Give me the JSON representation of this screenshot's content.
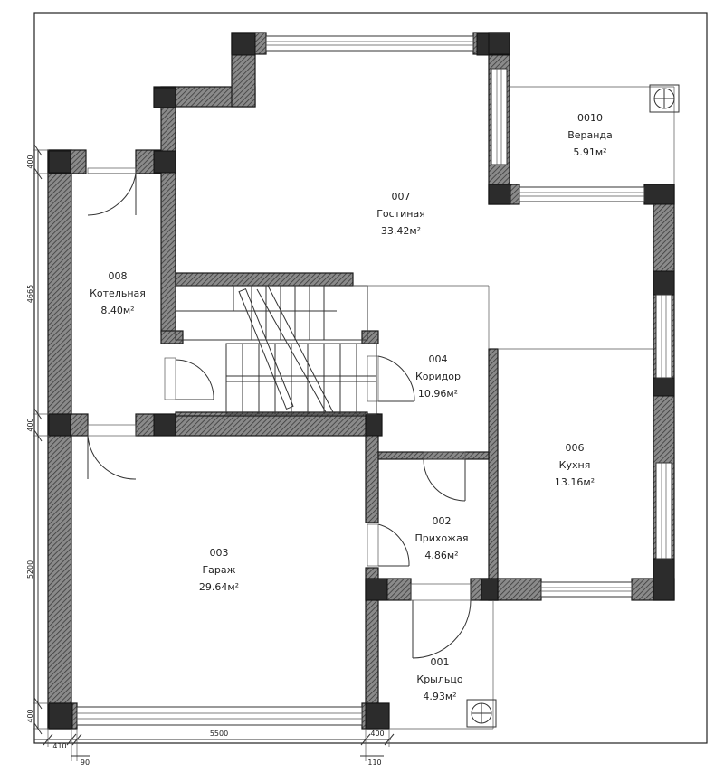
{
  "rooms": [
    {
      "id": "r001",
      "number": "001",
      "name": "Крыльцо",
      "area": "4.93м²"
    },
    {
      "id": "r002",
      "number": "002",
      "name": "Прихожая",
      "area": "4.86м²"
    },
    {
      "id": "r003",
      "number": "003",
      "name": "Гараж",
      "area": "29.64м²"
    },
    {
      "id": "r004",
      "number": "004",
      "name": "Коридор",
      "area": "10.96м²"
    },
    {
      "id": "r006",
      "number": "006",
      "name": "Кухня",
      "area": "13.16м²"
    },
    {
      "id": "r007",
      "number": "007",
      "name": "Гостиная",
      "area": "33.42м²"
    },
    {
      "id": "r008",
      "number": "008",
      "name": "Котельная",
      "area": "8.40м²"
    },
    {
      "id": "r0010",
      "number": "0010",
      "name": "Веранда",
      "area": "5.91м²"
    }
  ],
  "dimensions": {
    "left": [
      "400",
      "4665",
      "400",
      "5200",
      "400"
    ],
    "bottom": [
      "410",
      "90",
      "5500",
      "400",
      "110"
    ]
  }
}
